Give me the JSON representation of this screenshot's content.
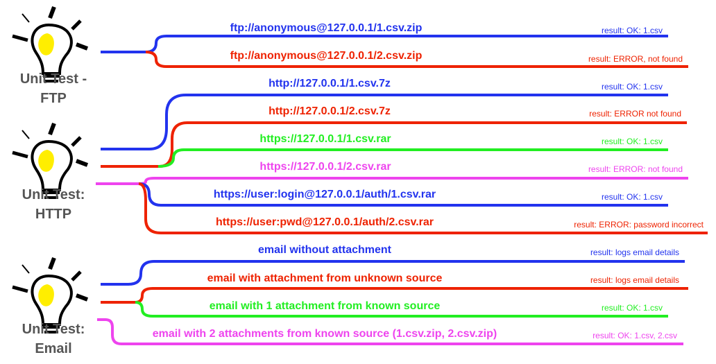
{
  "colors": {
    "blue": "#2233ee",
    "red": "#ee2200",
    "green": "#22ee22",
    "magenta": "#ee44ee",
    "title": "#555555",
    "bulb_yellow": "#ffee00"
  },
  "groups": [
    {
      "id": "ftp",
      "title_line1": "Unit Test -",
      "title_line2": "FTP",
      "icon": "light-bulb-icon",
      "branches": [
        {
          "color": "blue",
          "label": "ftp://anonymous@127.0.0.1/1.csv.zip",
          "result": "result: OK: 1.csv"
        },
        {
          "color": "red",
          "label": "ftp://anonymous@127.0.0.1/2.csv.zip",
          "result": "result: ERROR, not found"
        }
      ]
    },
    {
      "id": "http",
      "title_line1": "Unit Test:",
      "title_line2": "HTTP",
      "icon": "light-bulb-icon",
      "branches": [
        {
          "color": "blue",
          "label": "http://127.0.0.1/1.csv.7z",
          "result": "result: OK: 1.csv"
        },
        {
          "color": "red",
          "label": "http://127.0.0.1/2.csv.7z",
          "result": "result: ERROR not found"
        },
        {
          "color": "green",
          "label": "https://127.0.0.1/1.csv.rar",
          "result": "result: OK: 1.csv"
        },
        {
          "color": "magenta",
          "label": "https://127.0.0.1/2.csv.rar",
          "result": "result: ERROR: not found"
        },
        {
          "color": "blue",
          "label": "https://user:login@127.0.0.1/auth/1.csv.rar",
          "result": "result: OK: 1.csv"
        },
        {
          "color": "red",
          "label": "https://user:pwd@127.0.0.1/auth/2.csv.rar",
          "result": "result: ERROR: password incorrect"
        }
      ]
    },
    {
      "id": "email",
      "title_line1": "Unit Test:",
      "title_line2": "Email",
      "icon": "light-bulb-icon",
      "branches": [
        {
          "color": "blue",
          "label": "email without attachment",
          "result": "result: logs email details"
        },
        {
          "color": "red",
          "label": "email with attachment from unknown source",
          "result": "result: logs email details"
        },
        {
          "color": "green",
          "label": "email with 1 attachment from known source",
          "result": "result: OK: 1.csv"
        },
        {
          "color": "magenta",
          "label": "email with 2 attachments from known source (1.csv.zip, 2.csv.zip)",
          "result": "result: OK: 1.csv, 2.csv"
        }
      ]
    }
  ]
}
